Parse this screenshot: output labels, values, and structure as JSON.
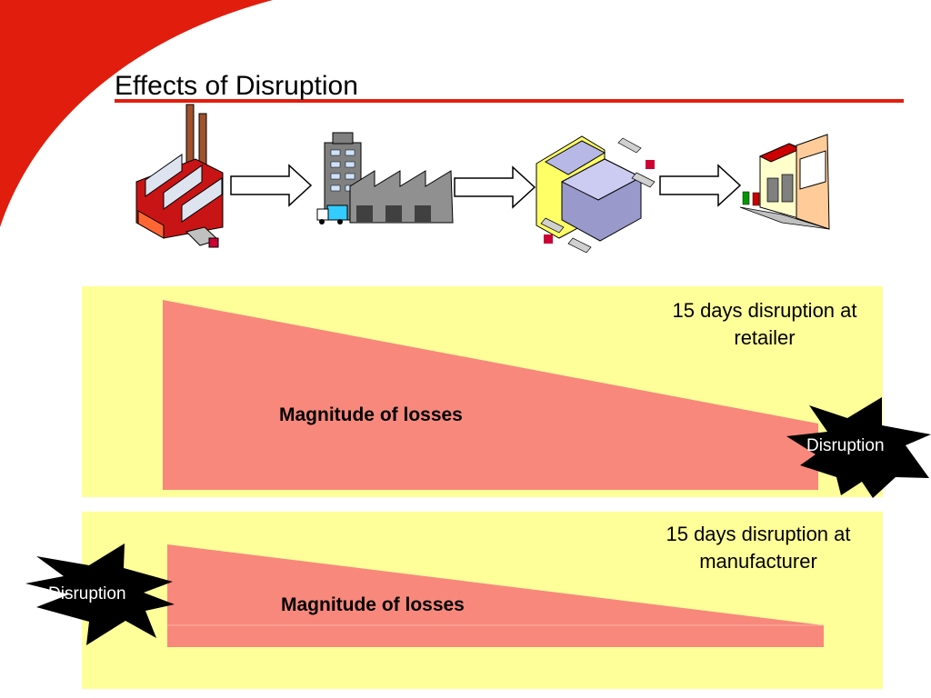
{
  "title": "Effects of Disruption",
  "colors": {
    "accent_red": "#e11d0e",
    "panel_yellow": "#ffff99",
    "loss_salmon": "#f8887c",
    "burst_black": "#000000"
  },
  "supply_chain": [
    {
      "name": "supplier-factory",
      "icon": "factory-icon"
    },
    {
      "name": "manufacturer-plant",
      "icon": "manufacturing-plant-icon"
    },
    {
      "name": "distribution-center",
      "icon": "warehouse-icon"
    },
    {
      "name": "retail-store",
      "icon": "store-icon"
    }
  ],
  "panels": [
    {
      "caption_line1": "15 days disruption at",
      "caption_line2": "retailer",
      "loss_label": "Magnitude of losses",
      "burst_label": "Disruption",
      "disruption_point": "retailer"
    },
    {
      "caption_line1": "15 days disruption at",
      "caption_line2": "manufacturer",
      "loss_label": "Magnitude of losses",
      "burst_label": "Disruption",
      "disruption_point": "manufacturer"
    }
  ]
}
